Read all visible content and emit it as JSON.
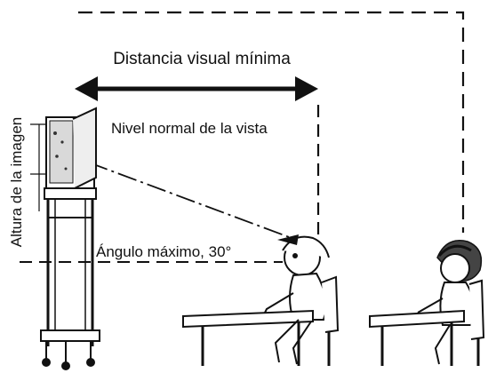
{
  "labels": {
    "min_distance": "Distancia visual mínima",
    "eye_level": "Nivel normal de la vista",
    "image_height": "Altura de la imagen",
    "max_angle": "Ángulo máximo, 30°"
  }
}
